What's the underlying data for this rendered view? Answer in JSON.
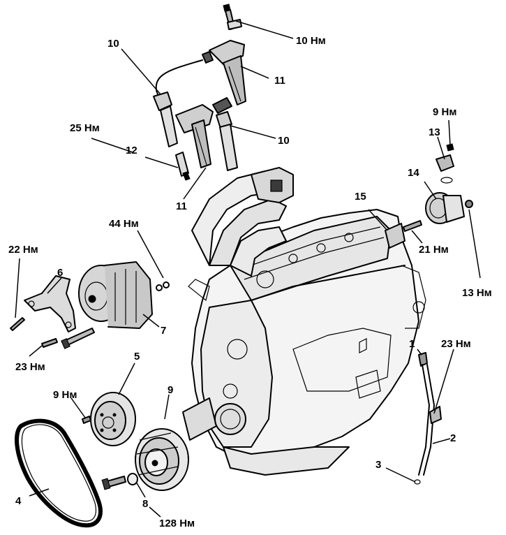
{
  "callouts": {
    "c1": "1",
    "c2": "2",
    "c3": "3",
    "c4": "4",
    "c5": "5",
    "c6": "6",
    "c7": "7",
    "c8": "8",
    "c9": "9",
    "c10a": "10",
    "c10b": "10",
    "c11a": "11",
    "c11b": "11",
    "c12": "12",
    "c13": "13",
    "c14": "14",
    "c15": "15"
  },
  "torques": {
    "t_coil_bolt": "10 Нм",
    "t_spark_plug": "25 Нм",
    "t_alt_nut": "44 Нм",
    "t_bracket_top": "22 Нм",
    "t_bracket_bottom": "23 Нм",
    "t_pulley": "9 Нм",
    "t_crank_bolt": "128 Нм",
    "t_sensor": "9 Нм",
    "t_thermo": "21 Нм",
    "t_housing": "13 Нм",
    "t_dipstick": "23 Нм"
  }
}
